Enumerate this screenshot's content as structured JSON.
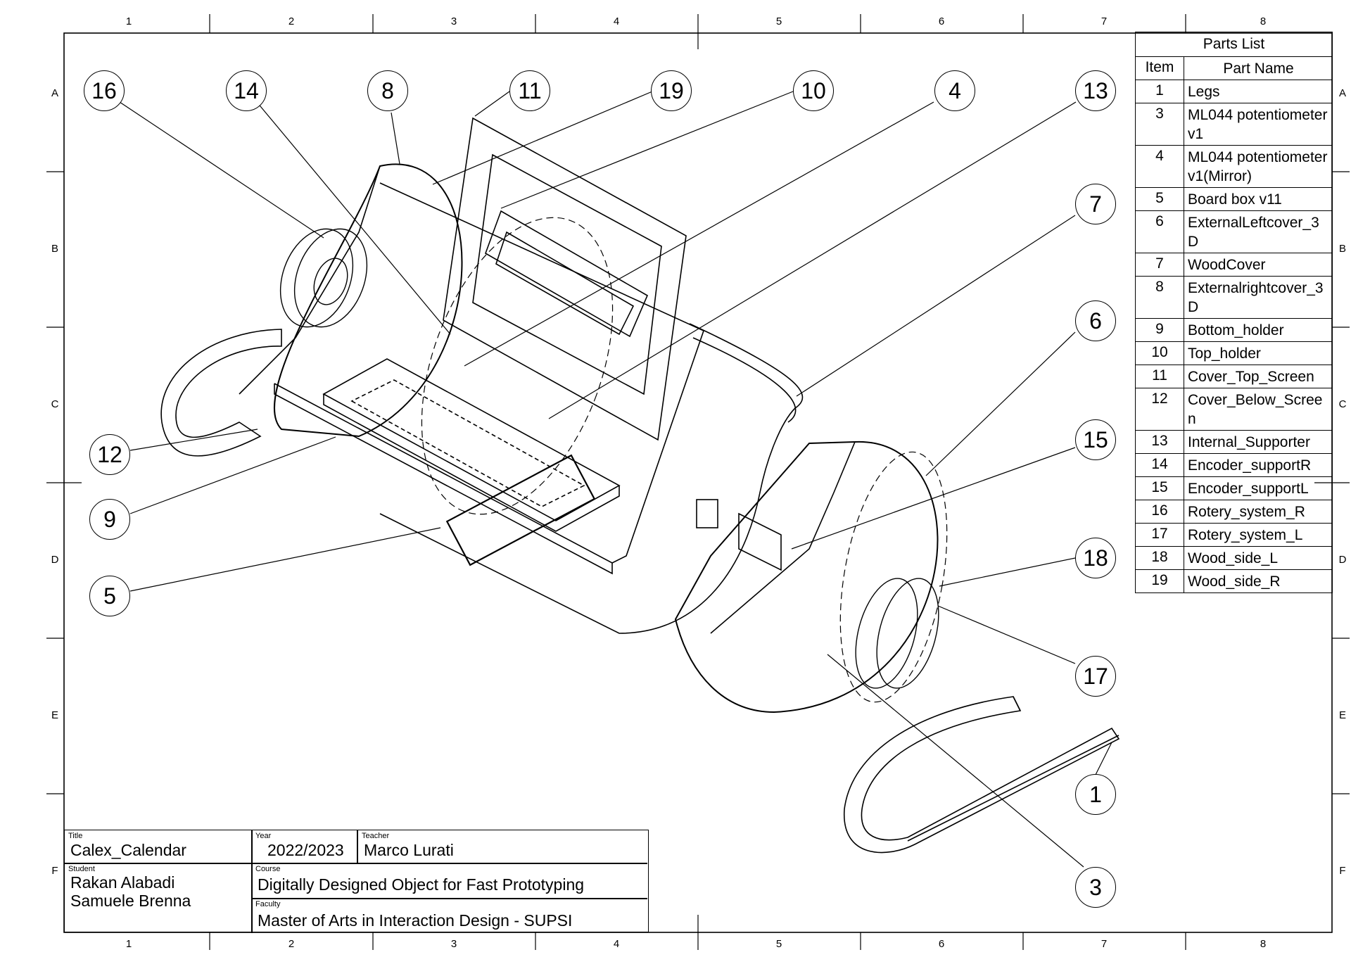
{
  "zones": {
    "columns": [
      "1",
      "2",
      "3",
      "4",
      "5",
      "6",
      "7",
      "8"
    ],
    "rows": [
      "A",
      "B",
      "C",
      "D",
      "E",
      "F"
    ]
  },
  "parts_list": {
    "title": "Parts List",
    "header": {
      "item": "Item",
      "name": "Part Name"
    },
    "rows": [
      {
        "item": "1",
        "name": "Legs"
      },
      {
        "item": "3",
        "name": "ML044 potentiometer v1"
      },
      {
        "item": "4",
        "name": "ML044 potentiometer v1(Mirror)"
      },
      {
        "item": "5",
        "name": "Board box v11"
      },
      {
        "item": "6",
        "name": "ExternalLeftcover_3D"
      },
      {
        "item": "7",
        "name": "WoodCover"
      },
      {
        "item": "8",
        "name": "Externalrightcover_3D"
      },
      {
        "item": "9",
        "name": "Bottom_holder"
      },
      {
        "item": "10",
        "name": "Top_holder"
      },
      {
        "item": "11",
        "name": "Cover_Top_Screen"
      },
      {
        "item": "12",
        "name": "Cover_Below_Screen"
      },
      {
        "item": "13",
        "name": "Internal_Supporter"
      },
      {
        "item": "14",
        "name": "Encoder_supportR"
      },
      {
        "item": "15",
        "name": "Encoder_supportL"
      },
      {
        "item": "16",
        "name": "Rotery_system_R"
      },
      {
        "item": "17",
        "name": "Rotery_system_L"
      },
      {
        "item": "18",
        "name": "Wood_side_L"
      },
      {
        "item": "19",
        "name": "Wood_side_R"
      }
    ]
  },
  "title_block": {
    "title_caption": "Title",
    "title": "Calex_Calendar",
    "year_caption": "Year",
    "year": "2022/2023",
    "teacher_caption": "Teacher",
    "teacher": "Marco Lurati",
    "student_caption": "Student",
    "student_1": "Rakan Alabadi",
    "student_2": "Samuele Brenna",
    "course_caption": "Course",
    "course": "Digitally Designed Object for Fast Prototyping",
    "faculty_caption": "Faculty",
    "faculty": "Master of Arts in Interaction Design - SUPSI"
  },
  "balloons": [
    "16",
    "14",
    "8",
    "11",
    "19",
    "10",
    "4",
    "13",
    "7",
    "6",
    "15",
    "18",
    "17",
    "1",
    "3",
    "12",
    "9",
    "5"
  ]
}
